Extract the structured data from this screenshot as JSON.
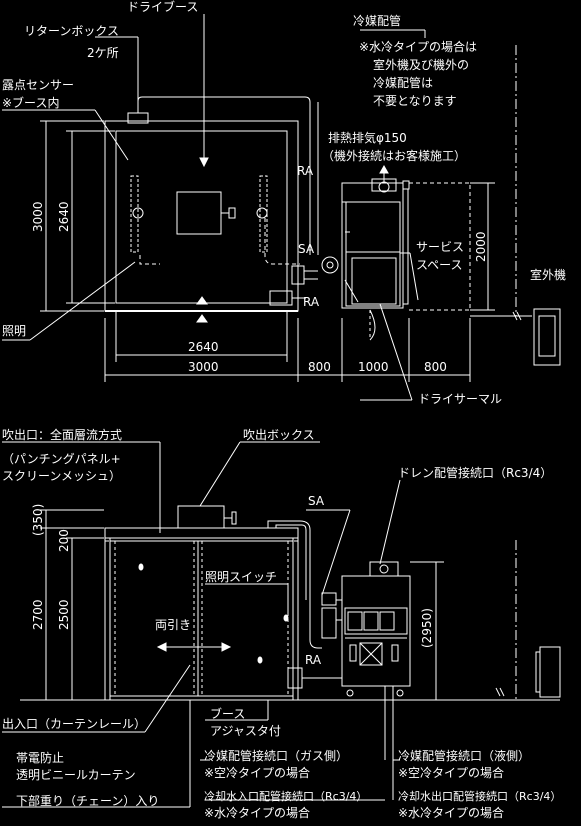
{
  "plan": {
    "labels": {
      "dry_booth": "ドライブース",
      "return_box": "リターンボックス",
      "return_box_count": "2ケ所",
      "dew_sensor": "露点センサー",
      "dew_sensor_note": "※ブース内",
      "lighting": "照明",
      "refrigerant_piping": "冷媒配管",
      "refrigerant_note_1": "※水冷タイプの場合は",
      "refrigerant_note_2": "室外機及び機外の",
      "refrigerant_note_3": "冷媒配管は",
      "refrigerant_note_4": "不要となります",
      "exhaust": "排熱排気φ150",
      "exhaust_note": "（機外接続はお客様施工）",
      "ra_top": "RA",
      "sa": "SA",
      "ra_bottom": "RA",
      "service_space_1": "サービス",
      "service_space_2": "スペース",
      "outdoor_unit": "室外機",
      "dry_thermal": "ドライサーマル"
    },
    "dims": {
      "height_outer": "3000",
      "height_inner": "2640",
      "width_inner": "2640",
      "width_outer": "3000",
      "gap": "800",
      "unit_width": "1000",
      "service_width": "800",
      "service_depth": "2000"
    }
  },
  "elevation": {
    "labels": {
      "outlet": "吹出口：全面層流方式",
      "outlet_note_1": "（パンチングパネル+",
      "outlet_note_2": "スクリーンメッシュ）",
      "outlet_box": "吹出ボックス",
      "sa": "SA",
      "drain": "ドレン配管接続口（Rc3/4）",
      "light_switch": "照明スイッチ",
      "sliding": "両引き",
      "ra": "RA",
      "entrance": "出入口（カーテンレール）",
      "booth_adjuster_1": "ブース",
      "booth_adjuster_2": "アジャスタ付",
      "antistatic_1": "帯電防止",
      "antistatic_2": "透明ビニールカーテン",
      "chain": "下部重り（チェーン）入り",
      "gas_port": "冷媒配管接続口（ガス側）",
      "gas_note": "※空冷タイプの場合",
      "liquid_port": "冷媒配管接続口（液側）",
      "liquid_note": "※空冷タイプの場合",
      "water_in": "冷却水入口配管接続口（Rc3/4）",
      "water_in_note": "※水冷タイプの場合",
      "water_out": "冷却水出口配管接続口（Rc3/4）",
      "water_out_note": "※水冷タイプの場合"
    },
    "dims": {
      "top": "(350)",
      "gap": "200",
      "height_outer": "2700",
      "height_inner": "2500",
      "unit_height": "(2950)"
    }
  }
}
